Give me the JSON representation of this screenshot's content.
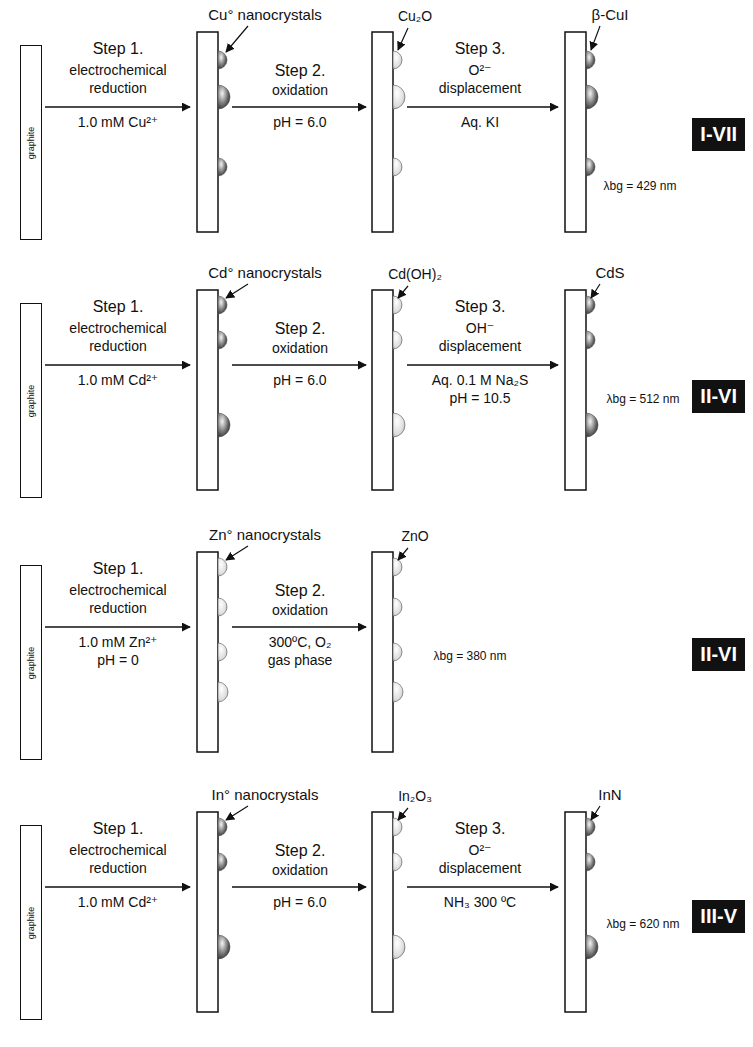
{
  "diagram": {
    "nodes": [
      {
        "text": [
          "graphite"
        ]
      },
      {
        "text": [
          "graphite"
        ]
      },
      {
        "text": [
          "graphite"
        ]
      },
      {
        "text": [
          "graphite"
        ]
      },
      {
        "text": [
          "I-VII"
        ]
      },
      {
        "text": [
          "II-VI"
        ]
      },
      {
        "text": [
          "II-VI"
        ]
      },
      {
        "text": [
          "III-V"
        ]
      }
    ],
    "labels": [
      "Cu° nanocrystals",
      "Step 1.",
      "electrochemical",
      "reduction",
      "1.0 mM Cu²⁺",
      "Step 2.",
      "oxidation",
      "pH = 6.0",
      "Cu₂O",
      "Step 3.",
      "O²⁻",
      "displacement",
      "Aq. KI",
      "β-CuI",
      "λbg = 429 nm",
      "Cd° nanocrystals",
      "Step 1.",
      "electrochemical",
      "reduction",
      "1.0 mM Cd²⁺",
      "Step 2.",
      "oxidation",
      "pH = 6.0",
      "Cd(OH)₂",
      "Step 3.",
      "OH⁻",
      "displacement",
      "Aq. 0.1 M Na₂S",
      "pH = 10.5",
      "CdS",
      "λbg = 512 nm",
      "Zn° nanocrystals",
      "Step 1.",
      "electrochemical",
      "reduction",
      "1.0 mM Zn²⁺",
      "pH = 0",
      "Step 2.",
      "oxidation",
      "300ºC, O₂",
      "gas phase",
      "ZnO",
      "λbg = 380 nm",
      "In° nanocrystals",
      "Step 1.",
      "electrochemical",
      "reduction",
      "1.0 mM Cd²⁺",
      "Step 2.",
      "oxidation",
      "pH = 6.0",
      "In₂O₃",
      "Step 3.",
      "O²⁻",
      "displacement",
      "NH₃ 300 ºC",
      "InN",
      "λbg = 620 nm"
    ]
  }
}
